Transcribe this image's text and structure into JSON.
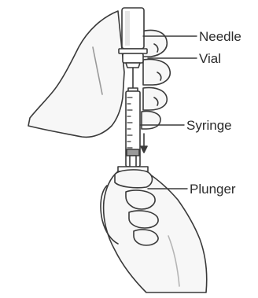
{
  "labels": {
    "needle": "Needle",
    "vial": "Vial",
    "syringe": "Syringe",
    "plunger": "Plunger"
  },
  "colors": {
    "line": "#3a3a3a",
    "skin_fill": "#f7f7f7",
    "shadow": "#dcdcdc",
    "background": "#ffffff"
  }
}
